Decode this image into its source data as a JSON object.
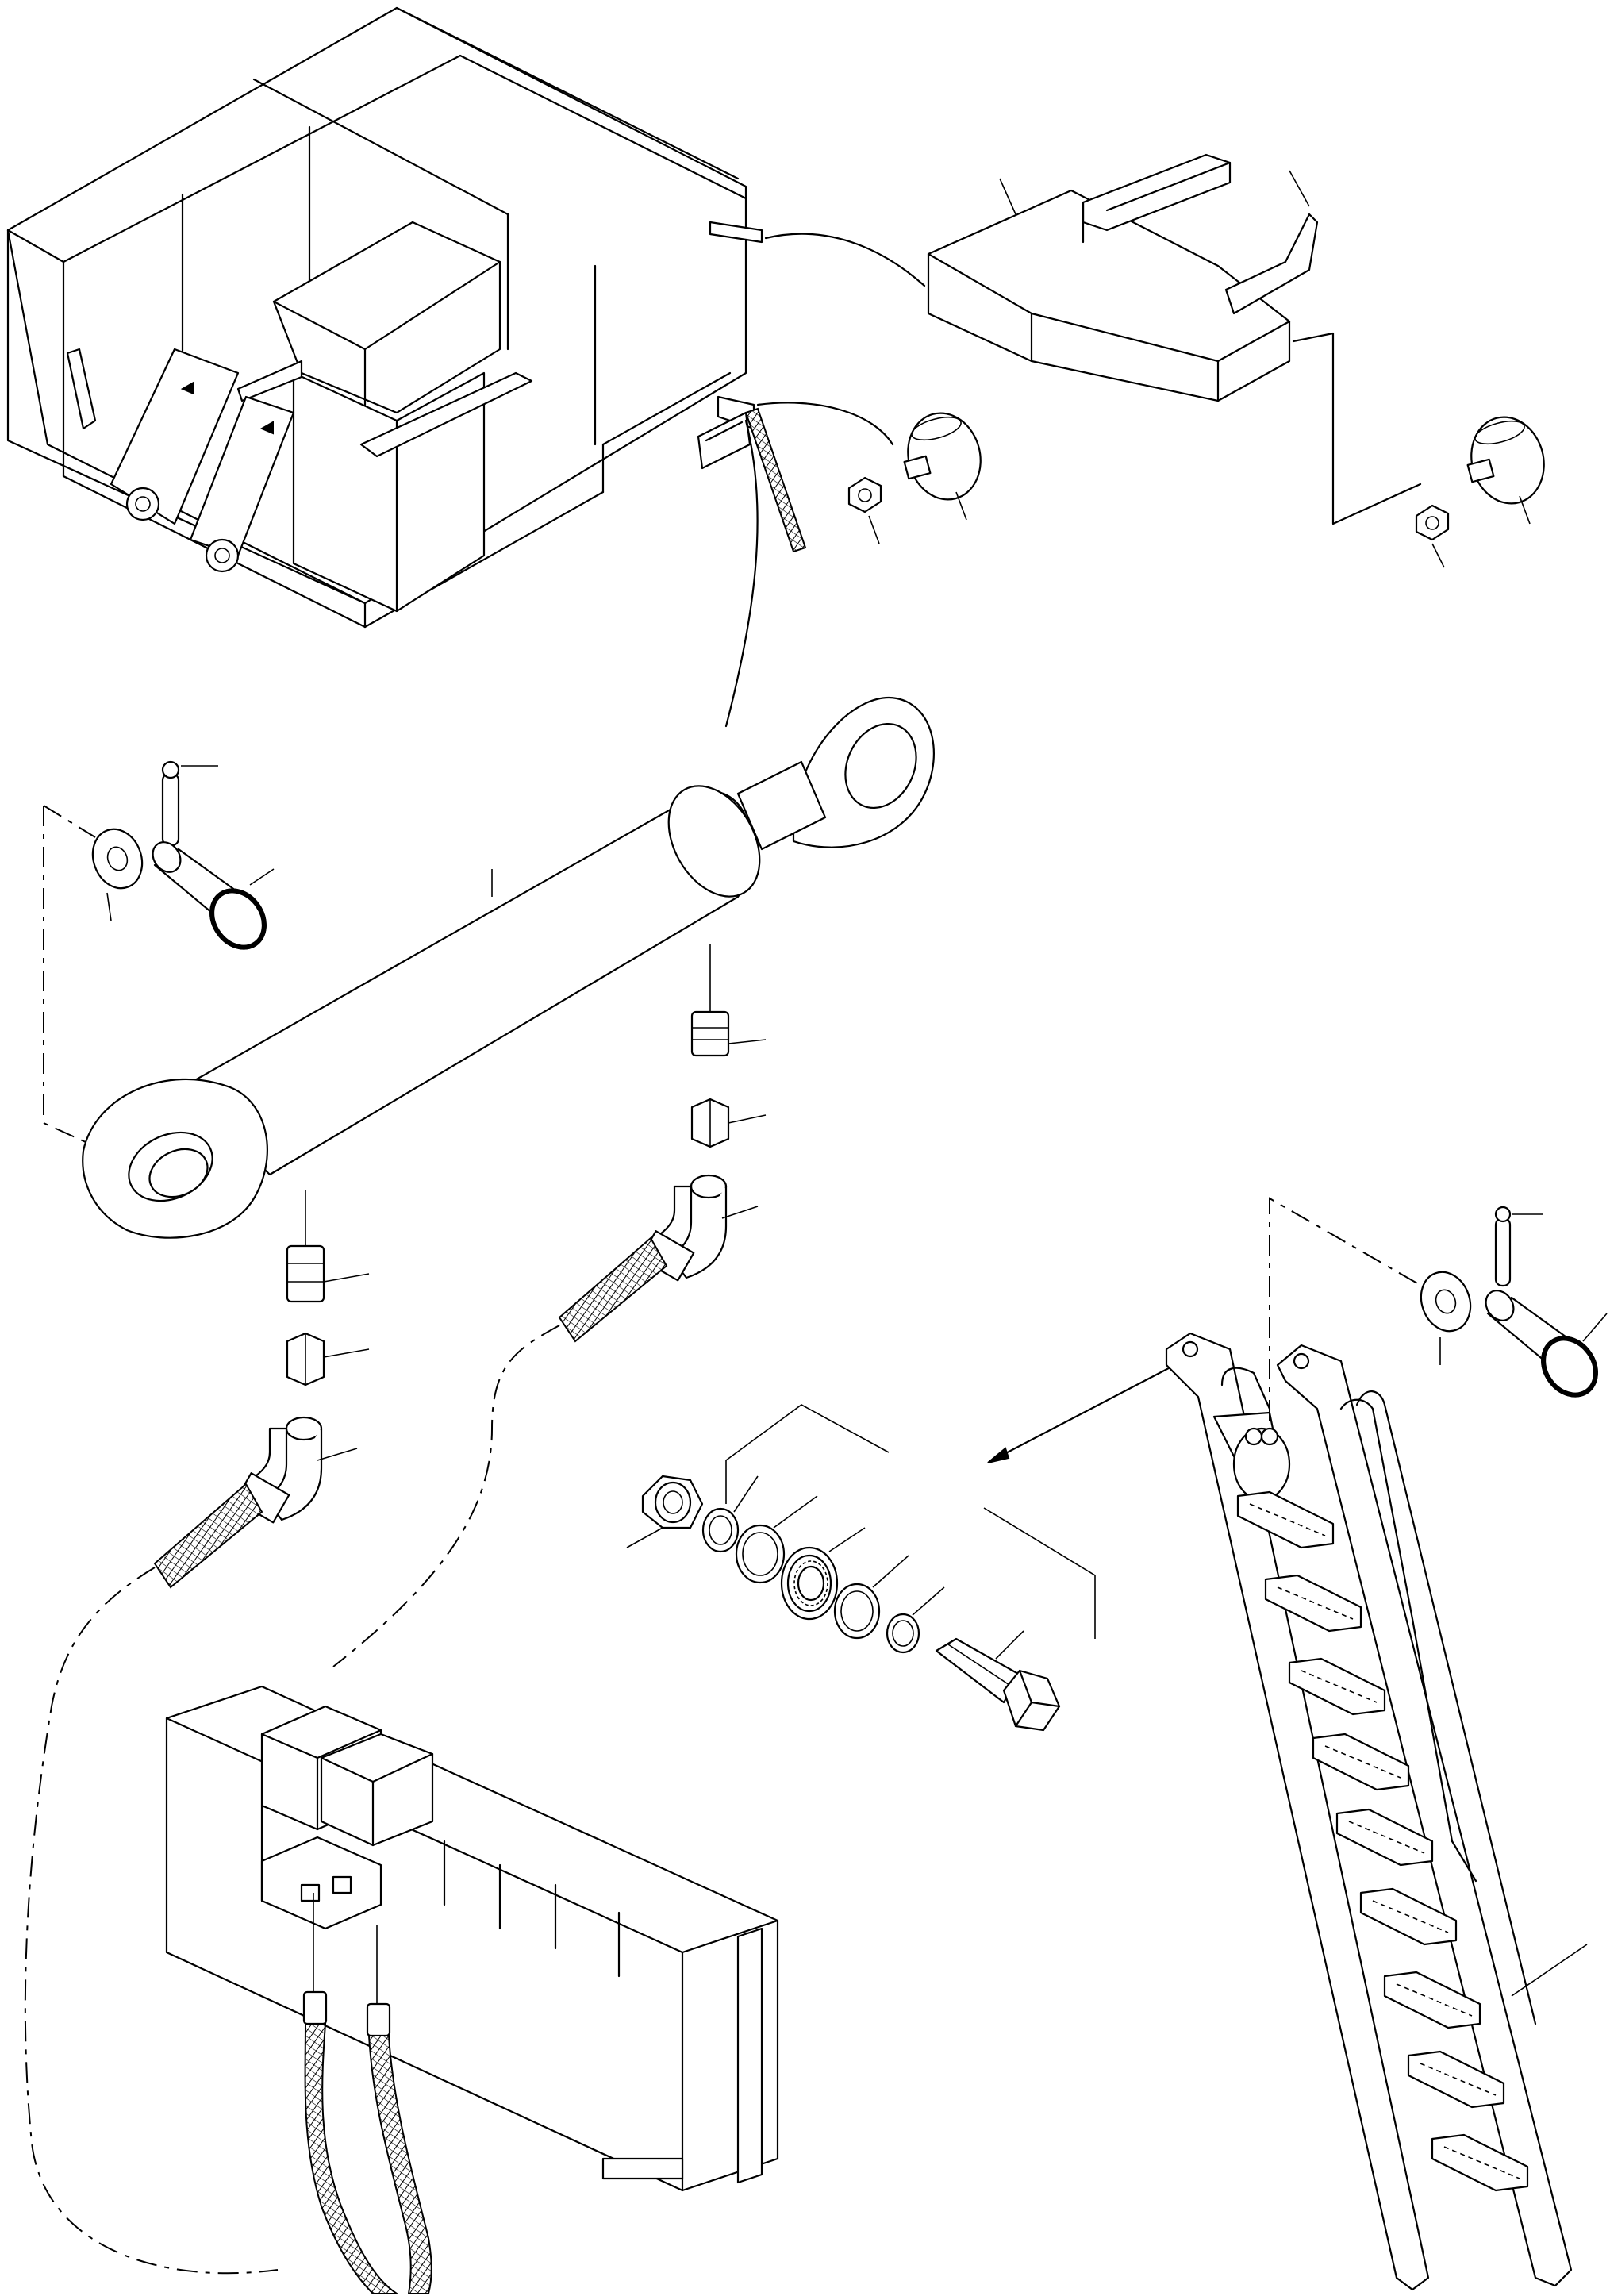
{
  "page": {
    "type": "exploded parts diagram",
    "background": "#ffffff",
    "line_color": "#000000"
  },
  "parts": [
    {
      "name": "frame-assembly"
    },
    {
      "name": "counterweight-block"
    },
    {
      "name": "mounting-knob-center"
    },
    {
      "name": "mounting-knob-right"
    },
    {
      "name": "hex-nut-center"
    },
    {
      "name": "hex-nut-right"
    },
    {
      "name": "hydraulic-cylinder"
    },
    {
      "name": "clevis-pin-left"
    },
    {
      "name": "cotter-pin-left"
    },
    {
      "name": "washer-left"
    },
    {
      "name": "fitting-adapter-upper-right"
    },
    {
      "name": "fitting-nut-upper-right"
    },
    {
      "name": "elbow-hose-upper-right"
    },
    {
      "name": "fitting-adapter-lower-left"
    },
    {
      "name": "fitting-nut-lower-left"
    },
    {
      "name": "elbow-hose-lower-left"
    },
    {
      "name": "valve-block"
    },
    {
      "name": "lock-nut"
    },
    {
      "name": "spacer-ring-1"
    },
    {
      "name": "seal-ring-1"
    },
    {
      "name": "bearing"
    },
    {
      "name": "seal-ring-2"
    },
    {
      "name": "spacer-ring-2"
    },
    {
      "name": "hex-bolt"
    },
    {
      "name": "ladder"
    },
    {
      "name": "clevis-pin-right"
    },
    {
      "name": "cotter-pin-right"
    },
    {
      "name": "washer-right"
    }
  ]
}
